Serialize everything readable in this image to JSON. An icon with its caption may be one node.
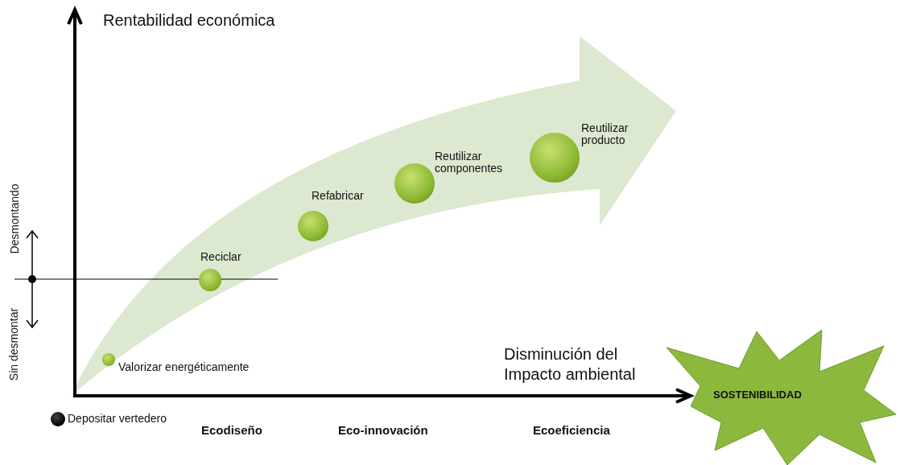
{
  "diagram": {
    "nodes": [
      {
        "text": [],
        "shape": "circle",
        "beside": [
          "Depositar vertedero"
        ]
      },
      {
        "text": [],
        "shape": "circle",
        "beside": [
          "Valorizar energéticamente"
        ]
      },
      {
        "text": [],
        "shape": "circle",
        "beside": [
          "Reciclar"
        ]
      },
      {
        "text": [],
        "shape": "circle",
        "beside": [
          "Refabricar"
        ]
      },
      {
        "text": [],
        "shape": "circle",
        "beside": [
          "Reutilizar componentes"
        ]
      },
      {
        "text": [],
        "shape": "circle",
        "beside": [
          "Reutilizar producto"
        ]
      },
      {
        "text": [
          "SOSTENIBILIDAD"
        ]
      }
    ],
    "labels": [
      "Rentabilidad económica",
      "Desmontando",
      "Sin desmontar",
      "Disminución del Impacto ambiental",
      "Ecodiseño",
      "Eco-innovación",
      "Ecoeficiencia"
    ]
  }
}
